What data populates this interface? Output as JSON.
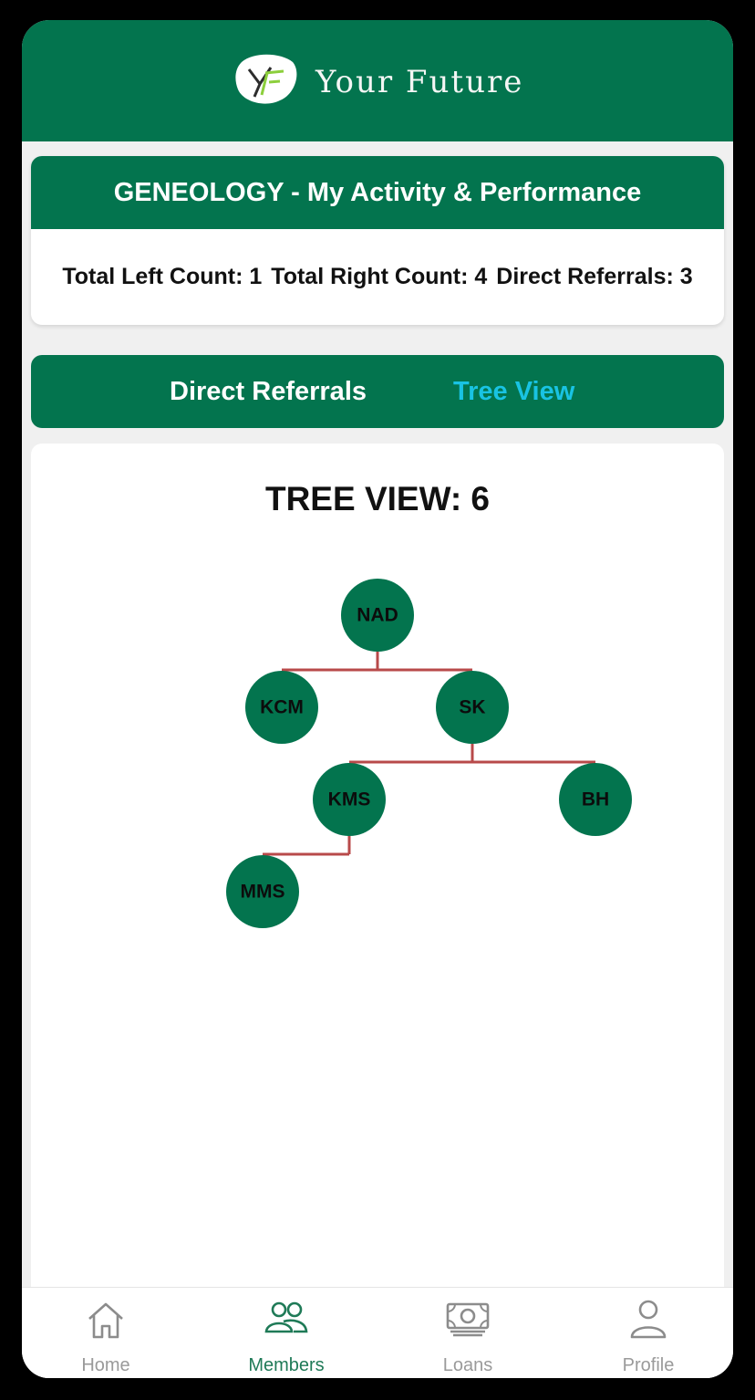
{
  "app": {
    "brand_name": "Your Future",
    "logo_text": "YF"
  },
  "stats_card": {
    "title": "GENEOLOGY - My Activity & Performance",
    "total_left_count": "Total Left Count: 1",
    "total_right_count": "Total Right Count: 4",
    "direct_referrals": "Direct Referrals: 3"
  },
  "tabs": [
    {
      "label": "Direct Referrals",
      "active": false
    },
    {
      "label": "Tree View",
      "active": true
    }
  ],
  "tree": {
    "title": "TREE VIEW: 6",
    "nodes": [
      {
        "id": "NAD",
        "label": "NAD",
        "parent": null
      },
      {
        "id": "KCM",
        "label": "KCM",
        "parent": "NAD"
      },
      {
        "id": "SK",
        "label": "SK",
        "parent": "NAD"
      },
      {
        "id": "KMS",
        "label": "KMS",
        "parent": "SK"
      },
      {
        "id": "BH",
        "label": "BH",
        "parent": "SK"
      },
      {
        "id": "MMS",
        "label": "MMS",
        "parent": "KMS"
      }
    ]
  },
  "bottom_nav": [
    {
      "label": "Home",
      "icon": "home-icon",
      "active": false
    },
    {
      "label": "Members",
      "icon": "members-icon",
      "active": true
    },
    {
      "label": "Loans",
      "icon": "money-icon",
      "active": false
    },
    {
      "label": "Profile",
      "icon": "profile-icon",
      "active": false
    }
  ],
  "colors": {
    "brand_green": "#03744e",
    "active_tab": "#19c3e3",
    "connector": "#b84a4a",
    "nav_inactive": "#9a9a9a",
    "nav_active": "#1f7a57"
  }
}
